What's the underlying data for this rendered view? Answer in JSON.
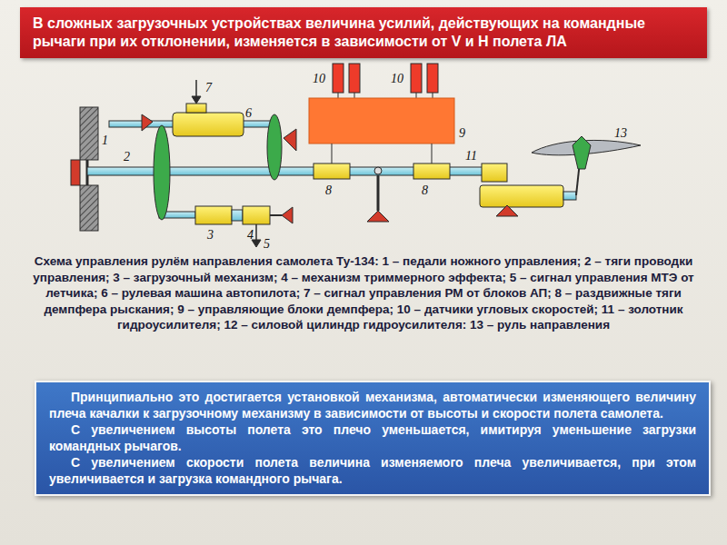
{
  "diagram": {
    "title": "В сложных загрузочных устройствах величина усилий, действующих на командные рычаги при их отклонении, изменяется в зависимости от V и H полета ЛА",
    "caption": "Схема управления рулём направления самолета Ту-134: 1 – педали ножного управления; 2 – тяги проводки управления; 3 – загрузочный механизм; 4 – механизм триммерного эффекта; 5 – сигнал управления МТЭ от летчика; 6 – рулевая машина автопилота; 7 – сигнал управления РМ от блоков АП; 8 – раздвижные тяги демпфера рыскания; 9 – управляющие блоки демпфера; 10 – датчики угловых скоростей; 11 – золотник гидроусилителя; 12 – силовой цилиндр гидроусилителя: 13 – руль направления",
    "nodes": [
      {
        "text": [
          "Принципиально это достигается установкой механизма, автоматически изменяющего величину плеча качалки к загрузочному механизму в зависимости от высоты и скорости полета самолета.",
          "С увеличением высоты полета это плечо уменьшается, имитируя уменьшение загрузки командных рычагов.",
          "С увеличением скорости полета величина изменяемого плеча увеличивается, при этом увеличивается и загрузка командного рычага."
        ]
      }
    ],
    "edges": [],
    "labels": [
      "10",
      "10",
      "7",
      "6",
      "9",
      "1",
      "2",
      "8",
      "8",
      "11",
      "13",
      "3",
      "4",
      "5"
    ]
  }
}
